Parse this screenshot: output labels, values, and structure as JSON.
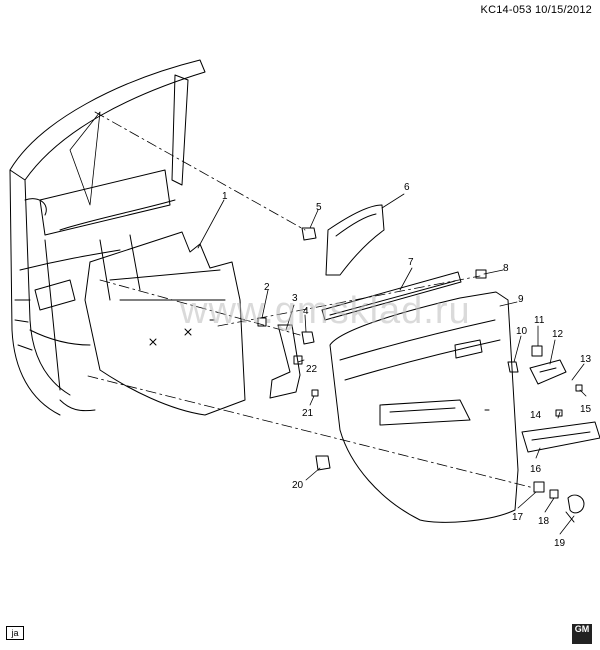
{
  "header": {
    "code": "KC14-053",
    "date": "10/15/2012"
  },
  "watermark": "www.gmsklad.ru",
  "corner_tag": "ja",
  "logo_text": "GM",
  "callouts": [
    {
      "id": "c1",
      "label": "1"
    },
    {
      "id": "c2",
      "label": "2"
    },
    {
      "id": "c3",
      "label": "3"
    },
    {
      "id": "c4",
      "label": "4"
    },
    {
      "id": "c5",
      "label": "5"
    },
    {
      "id": "c6",
      "label": "6"
    },
    {
      "id": "c7",
      "label": "7"
    },
    {
      "id": "c8",
      "label": "8"
    },
    {
      "id": "c9",
      "label": "9"
    },
    {
      "id": "c10",
      "label": "10"
    },
    {
      "id": "c11",
      "label": "11"
    },
    {
      "id": "c12",
      "label": "12"
    },
    {
      "id": "c13",
      "label": "13"
    },
    {
      "id": "c14",
      "label": "14"
    },
    {
      "id": "c15",
      "label": "15"
    },
    {
      "id": "c16",
      "label": "16"
    },
    {
      "id": "c17",
      "label": "17"
    },
    {
      "id": "c18",
      "label": "18"
    },
    {
      "id": "c19",
      "label": "19"
    },
    {
      "id": "c20",
      "label": "20"
    },
    {
      "id": "c21",
      "label": "21"
    },
    {
      "id": "c22",
      "label": "22"
    }
  ]
}
